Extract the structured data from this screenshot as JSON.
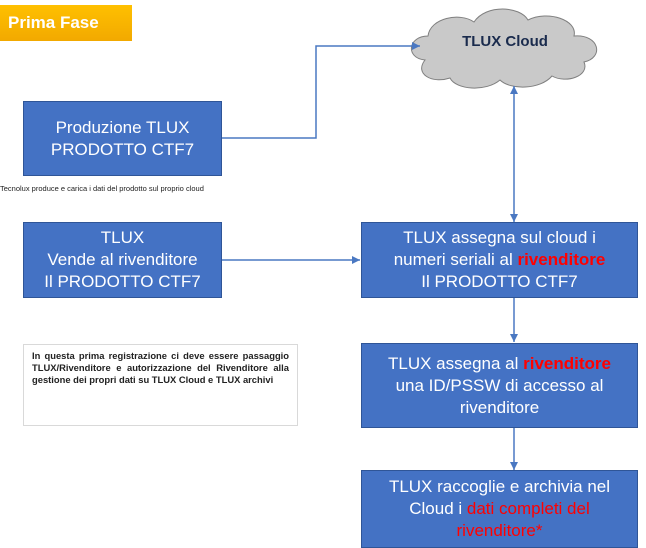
{
  "badge": "Prima Fase",
  "cloud": "TLUX Cloud",
  "box_produzione": {
    "line1": "Produzione TLUX",
    "line2": "PRODOTTO CTF7"
  },
  "caption": "Tecnolux produce e carica i dati del prodotto sul proprio cloud",
  "box_vende": {
    "line1": "TLUX",
    "line2": "Vende al rivenditore",
    "line3": "Il PRODOTTO CTF7"
  },
  "box_assegna_seriali": {
    "line1": "TLUX assegna sul cloud i",
    "line2_pre": "numeri seriali al ",
    "line2_hl": "rivenditore",
    "line3": "Il PRODOTTO CTF7"
  },
  "box_assegna_id": {
    "line1_pre": "TLUX assegna al ",
    "line1_hl": "rivenditore",
    "line2": "una ID/PSSW di accesso al",
    "line3": "rivenditore"
  },
  "box_raccoglie": {
    "line1": "TLUX raccoglie e archivia nel",
    "line2_pre": "Cloud i ",
    "line2_hl": "dati completi del",
    "line3_hl": "rivenditore*"
  },
  "note": "In questa prima registrazione ci deve essere passaggio TLUX/Rivenditore e autorizzazione del Rivenditore alla gestione dei propri dati su TLUX Cloud e TLUX archivi",
  "colors": {
    "box": "#4472c4",
    "highlight": "#ff0000",
    "badge": "#ffc000",
    "cloud": "#bfbfbf"
  }
}
